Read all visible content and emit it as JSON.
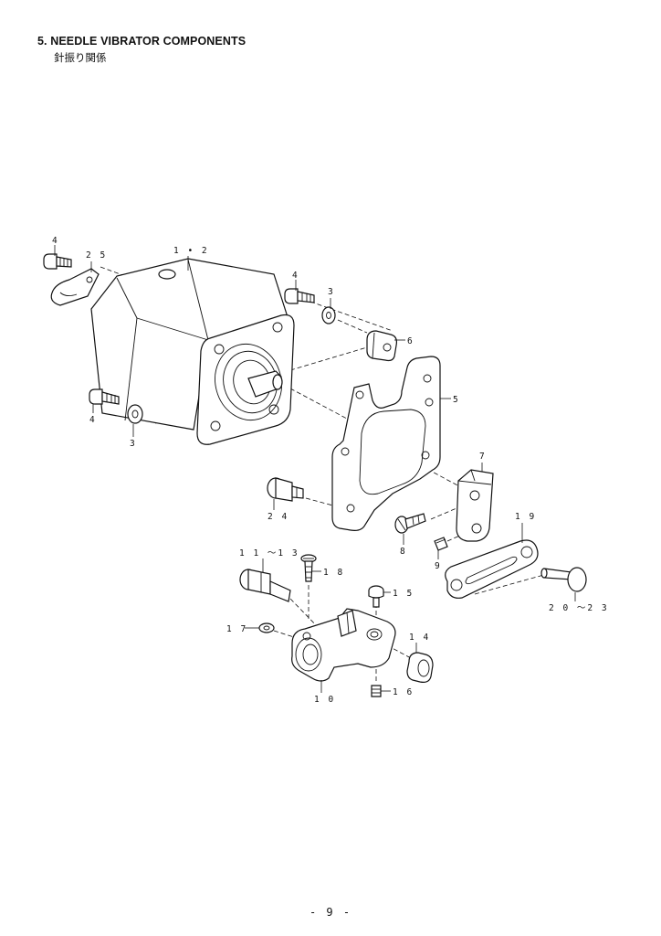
{
  "header": {
    "title": "5.  NEEDLE VIBRATOR COMPONENTS",
    "subtitle": "針振り関係"
  },
  "callouts": {
    "c4a": "4",
    "c25": "2 5",
    "c12": "1 • 2",
    "c4b": "4",
    "c3a": "3",
    "c6": "6",
    "c5": "5",
    "c4c": "4",
    "c3b": "3",
    "c7": "7",
    "c24": "2 4",
    "c8": "8",
    "c9": "9",
    "c19": "1 9",
    "c1113": "1 1 ～1 3",
    "c18": "1 8",
    "c15": "1 5",
    "c2023": "2 0 ～2 3",
    "c17": "1 7",
    "c14": "1 4",
    "c16": "1 6",
    "c10": "1 0"
  },
  "footer": {
    "page_number": "- 9 -"
  }
}
